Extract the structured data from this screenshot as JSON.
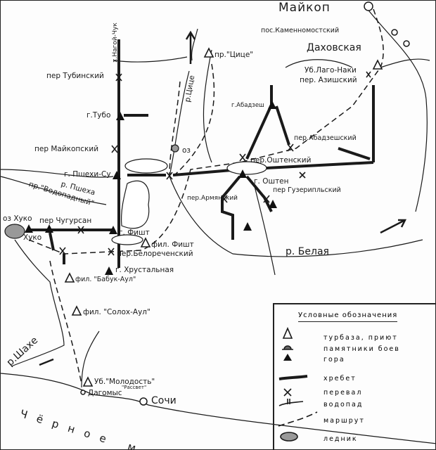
{
  "map": {
    "labels": {
      "maikop": "Майкоп",
      "kamennomostsky": "пос.Каменномостский",
      "dakhovskaya": "Даховская",
      "lago_naki": "Уб.Лаго-Наки",
      "azishsky": "пер. Азишский",
      "tsitse_shelter": "пр.\"Цице\"",
      "tsitse_river": "р.Цице",
      "nagoi_chuk": "х.Нагой-Чук",
      "tubinsky": "пер Тубинский",
      "tubo": "г.Тубо",
      "maikopsky": "пер Майкопский",
      "abadzesh": "г.Абадзеш",
      "abadzeshsky": "пер.Абадзешский",
      "oz": "оз",
      "pshekhi_su": "г. Пшехи-Су",
      "oshtensky": "пер.Оштенский",
      "oshten": "г. Оштен",
      "armyansky": "пер.Армянский",
      "guzeriplsky": "пер Гузерипльский",
      "pshekha": "р. Пшеха",
      "vodopadny": "пр.\"Водопадный\"",
      "oz_khuko": "оз Хуко",
      "khuko": "Хуко",
      "chugursan": "пер Чугурсан",
      "fisht": "г. Фишт",
      "fil_fisht": "фил. Фишт",
      "belorechensky": "пер.Белореченский",
      "khrustalnaya": "г. Хрустальная",
      "babuk_aul": "фил. \"Бабук-Аул\"",
      "belaya": "р. Белая",
      "solokh_aul": "фил. \"Солох-Аул\"",
      "shakhe": "р.Шахе",
      "molodost": "Уб.\"Молодость\"",
      "rassvet": "\"Рассвет\"",
      "dagomys": "Дагомыс",
      "sochi": "Сочи",
      "black_sea": "Чёрное море"
    }
  },
  "legend": {
    "title": "Условные обозначения",
    "items": [
      {
        "icon": "tourist-base-icon",
        "label": "турбаза, приют"
      },
      {
        "icon": "battle-memorial-icon",
        "label": "памятники боев"
      },
      {
        "icon": "mountain-icon",
        "label": "гора"
      },
      {
        "icon": "ridge-icon",
        "label": "хребет"
      },
      {
        "icon": "pass-icon",
        "label": "перевал"
      },
      {
        "icon": "waterfall-icon",
        "label": "водопад"
      },
      {
        "icon": "route-icon",
        "label": "маршрут"
      },
      {
        "icon": "glacier-icon",
        "label": "ледник"
      }
    ]
  }
}
